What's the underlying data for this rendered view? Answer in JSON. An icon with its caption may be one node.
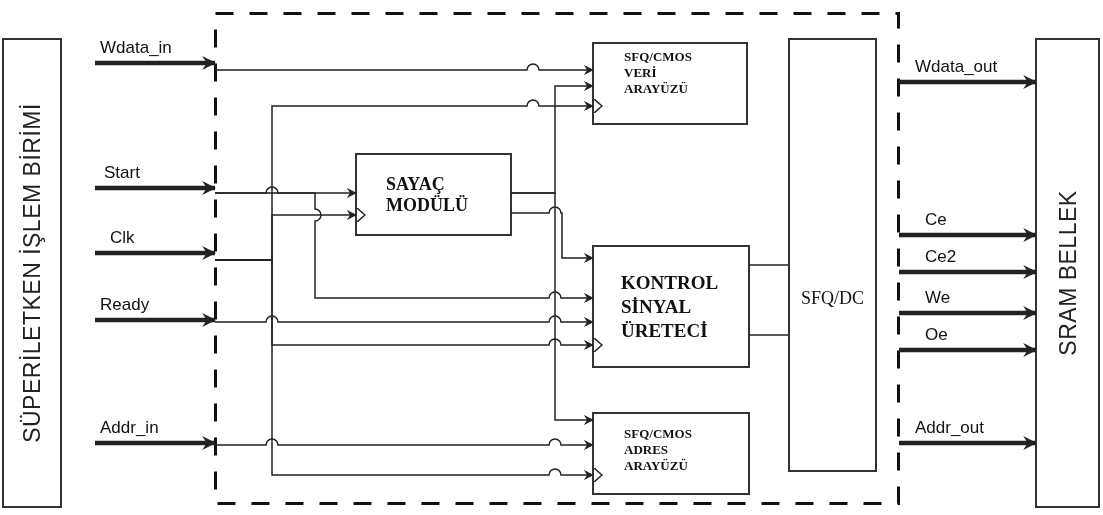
{
  "diagram": {
    "nodes": [
      {
        "text": [
          "SÜPERİLETKEN İŞLEM BİRİMİ"
        ]
      },
      {
        "text": [],
        "shape": "box"
      },
      {
        "text": [
          "SAYAÇ MODÜLÜ"
        ],
        "in": 1
      },
      {
        "text": [
          "SFQ/CMOS VERİ ARAYÜZÜ"
        ],
        "in": 1
      },
      {
        "text": [
          "KONTROL SİNYAL ÜRETECİ"
        ],
        "in": 1
      },
      {
        "text": [
          "SFQ/CMOS ADRES ARAYÜZÜ"
        ],
        "in": 1
      },
      {
        "text": [
          "SFQ/DC"
        ],
        "in": 1
      },
      {
        "text": [
          "SRAM BELLEK"
        ]
      }
    ],
    "edges": [
      {
        "from": null,
        "to": 1,
        "arrow": "to",
        "label": "Wdata_in",
        "style": "thick"
      },
      {
        "from": null,
        "to": 1,
        "arrow": "to",
        "label": "Start",
        "style": "thick"
      },
      {
        "from": null,
        "to": 1,
        "arrow": "to",
        "label": "Clk",
        "style": "thick"
      },
      {
        "from": null,
        "to": 1,
        "arrow": "to",
        "label": "Ready",
        "style": "thick"
      },
      {
        "from": null,
        "to": 1,
        "arrow": "to",
        "label": "Addr_in",
        "style": "thick"
      },
      {
        "from": 1,
        "to": 7,
        "arrow": "to",
        "label": "Wdata_out",
        "style": "thick"
      },
      {
        "from": 1,
        "to": 7,
        "arrow": "to",
        "label": "Ce",
        "style": "thick"
      },
      {
        "from": 1,
        "to": 7,
        "arrow": "to",
        "label": "Ce2",
        "style": "thick"
      },
      {
        "from": 1,
        "to": 7,
        "arrow": "to",
        "label": "We",
        "style": "thick"
      },
      {
        "from": 1,
        "to": 7,
        "arrow": "to",
        "label": "Oe",
        "style": "thick"
      },
      {
        "from": 1,
        "to": 7,
        "arrow": "to",
        "label": "Addr_out",
        "style": "thick"
      },
      {
        "from": 1,
        "to": 3,
        "arrow": "to"
      },
      {
        "from": 1,
        "to": 3,
        "arrow": "to"
      },
      {
        "from": 1,
        "to": 2,
        "arrow": "to"
      },
      {
        "from": 1,
        "to": 2,
        "arrow": "to"
      },
      {
        "from": 1,
        "to": 4,
        "arrow": "to"
      },
      {
        "from": 1,
        "to": 4,
        "arrow": "to"
      },
      {
        "from": 1,
        "to": 4,
        "arrow": "to"
      },
      {
        "from": 1,
        "to": 5,
        "arrow": "to"
      },
      {
        "from": 1,
        "to": 5,
        "arrow": "to"
      },
      {
        "from": 2,
        "to": 3,
        "arrow": "to"
      },
      {
        "from": 2,
        "to": 5,
        "arrow": "to"
      },
      {
        "from": 2,
        "to": 4,
        "arrow": "to"
      },
      {
        "from": 4,
        "to": 6,
        "arrow": "none"
      },
      {
        "from": 4,
        "to": 6,
        "arrow": "none"
      }
    ]
  }
}
